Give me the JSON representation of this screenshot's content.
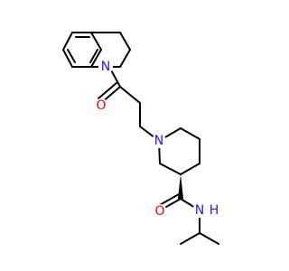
{
  "molecule": {
    "atoms": {
      "N1": {
        "symbol": "N",
        "color": "#1a1aff"
      },
      "O1": {
        "symbol": "O",
        "color": "#ff0000"
      },
      "N2": {
        "symbol": "N",
        "color": "#1a1aff"
      },
      "O2": {
        "symbol": "O",
        "color": "#ff0000"
      },
      "N3": {
        "symbol": "N",
        "color": "#1a1aff"
      },
      "H3": {
        "symbol": "H",
        "color": "#1a1aff"
      }
    },
    "bond_color": "#000000",
    "stereo": {
      "C3": "wedge"
    }
  }
}
